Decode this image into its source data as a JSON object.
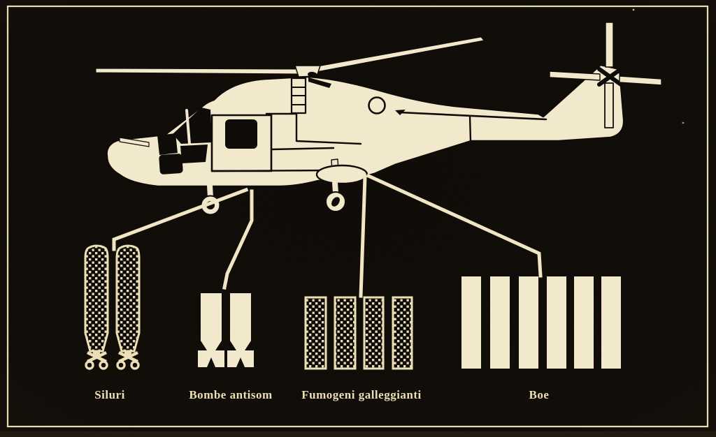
{
  "diagram": {
    "subject": "anti-submarine helicopter with underslung stores",
    "style": "inverted line-art, cream on black",
    "colors": {
      "background": "#0d0906",
      "ink": "#f2e9cc",
      "detail_black": "#0c0906",
      "frame_border": "#e9ddb6",
      "label_text": "#ecdfb4"
    }
  },
  "items": [
    {
      "id": "siluri",
      "label": "Siluri",
      "count": 2,
      "texture": "crosshatch",
      "shape": "torpedo with tail propellers"
    },
    {
      "id": "bombe-antisom",
      "label": "Bombe antisom",
      "count": 2,
      "texture": "solid",
      "shape": "finned depth bomb"
    },
    {
      "id": "fumogeni-galleggianti",
      "label": "Fumogeni galleggianti",
      "count": 4,
      "texture": "crosshatch",
      "shape": "canister"
    },
    {
      "id": "boe",
      "label": "Boe",
      "count": 6,
      "texture": "solid",
      "shape": "bar canister"
    }
  ]
}
